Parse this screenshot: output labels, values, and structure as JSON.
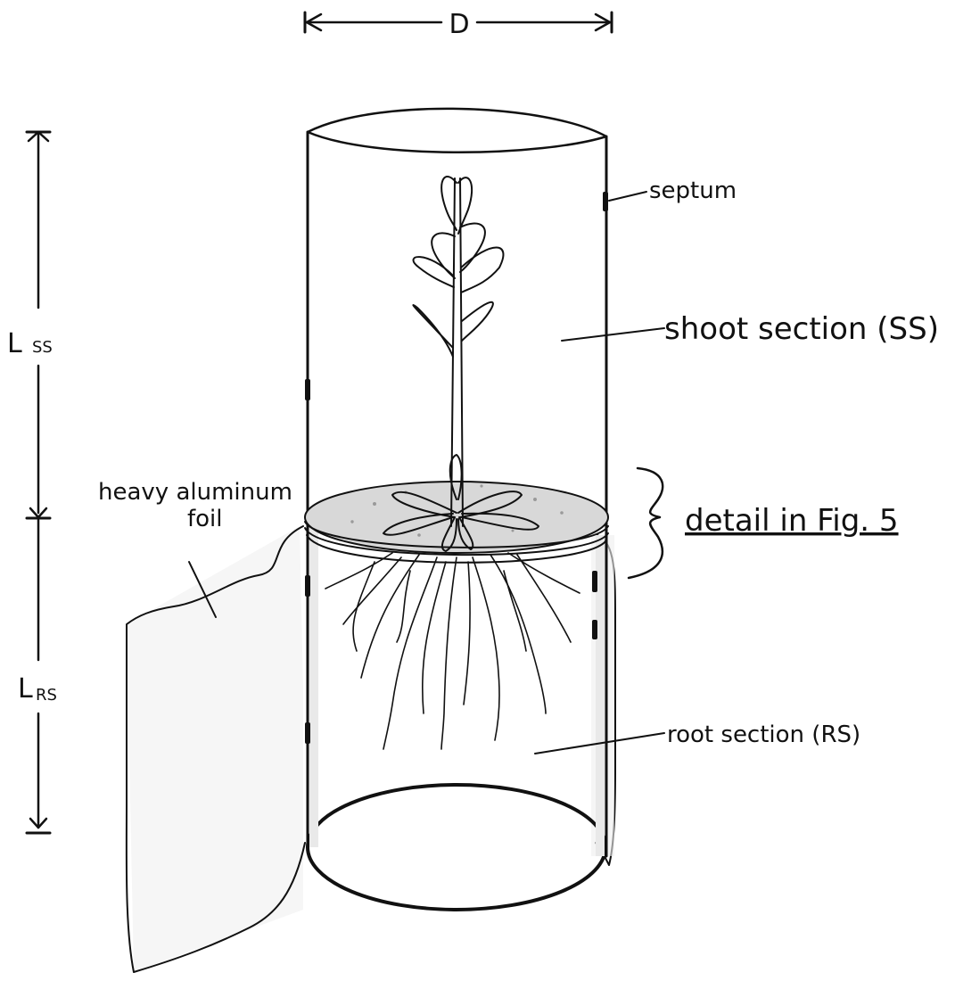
{
  "figure": {
    "dimensions": {
      "diameter": "D",
      "shoot_length": "L",
      "shoot_length_sub": "SS",
      "root_length": "L",
      "root_length_sub": "RS"
    },
    "labels": {
      "septum": "septum",
      "shoot_section": "shoot section (SS)",
      "heavy_foil_line1": "heavy aluminum",
      "heavy_foil_line2": "foil",
      "detail": "detail in Fig. 5",
      "root_section": "root section (RS)"
    }
  }
}
